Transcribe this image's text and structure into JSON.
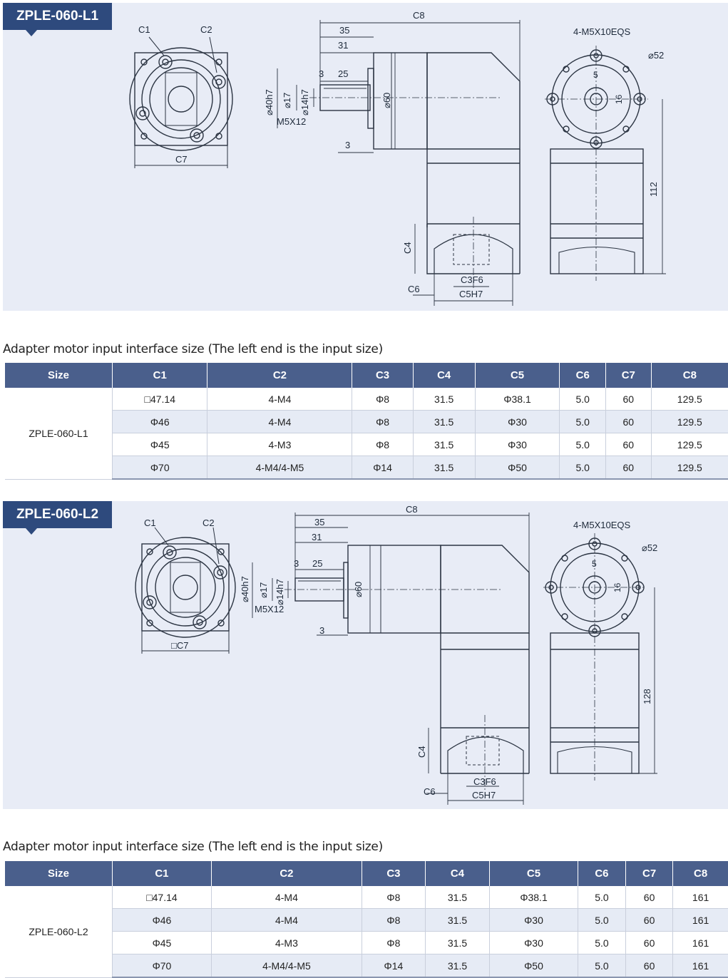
{
  "sections": [
    {
      "model_tag": "ZPLE-060-L1",
      "labels": {
        "c1": "C1",
        "c2": "C2",
        "c7": "C7",
        "c8": "C8",
        "d35": "35",
        "d31": "31",
        "d25": "25",
        "d3a": "3",
        "d40h7": "⌀40h7",
        "d17": "⌀17",
        "d14h7": "⌀14h7",
        "m5x12": "M5X12",
        "d60": "⌀60",
        "d3b": "3",
        "m5eqs": "4-M5X10EQS",
        "d52": "⌀52",
        "d5": "5",
        "d16": "16",
        "d_height": "112",
        "c4": "C4",
        "c6": "C6",
        "c3f6": "C3F6",
        "c5h7": "C5H7"
      },
      "caption": "Adapter motor input interface size (The left end is the input size)",
      "table": {
        "headers": [
          "Size",
          "C1",
          "C2",
          "C3",
          "C4",
          "C5",
          "C6",
          "C7",
          "C8"
        ],
        "size_label": "ZPLE-060-L1",
        "rows": [
          [
            "□47.14",
            "4-M4",
            "Φ8",
            "31.5",
            "Φ38.1",
            "5.0",
            "60",
            "129.5"
          ],
          [
            "Φ46",
            "4-M4",
            "Φ8",
            "31.5",
            "Φ30",
            "5.0",
            "60",
            "129.5"
          ],
          [
            "Φ45",
            "4-M3",
            "Φ8",
            "31.5",
            "Φ30",
            "5.0",
            "60",
            "129.5"
          ],
          [
            "Φ70",
            "4-M4/4-M5",
            "Φ14",
            "31.5",
            "Φ50",
            "5.0",
            "60",
            "129.5"
          ]
        ]
      }
    },
    {
      "model_tag": "ZPLE-060-L2",
      "labels": {
        "c1": "C1",
        "c2": "C2",
        "c7": "□C7",
        "c8": "C8",
        "d35": "35",
        "d31": "31",
        "d25": "25",
        "d3a": "3",
        "d40h7": "⌀40h7",
        "d17": "⌀17",
        "d14h7": "⌀14h7",
        "m5x12": "M5X12",
        "d60": "⌀60",
        "d3b": "3",
        "m5eqs": "4-M5X10EQS",
        "d52": "⌀52",
        "d5": "5",
        "d16": "16",
        "d_height": "128",
        "c4": "C4",
        "c6": "C6",
        "c3f6": "C3F6",
        "c5h7": "C5H7"
      },
      "caption": "Adapter motor input interface size (The left end is the input size)",
      "table": {
        "headers": [
          "Size",
          "C1",
          "C2",
          "C3",
          "C4",
          "C5",
          "C6",
          "C7",
          "C8"
        ],
        "size_label": "ZPLE-060-L2",
        "rows": [
          [
            "□47.14",
            "4-M4",
            "Φ8",
            "31.5",
            "Φ38.1",
            "5.0",
            "60",
            "161"
          ],
          [
            "Φ46",
            "4-M4",
            "Φ8",
            "31.5",
            "Φ30",
            "5.0",
            "60",
            "161"
          ],
          [
            "Φ45",
            "4-M3",
            "Φ8",
            "31.5",
            "Φ30",
            "5.0",
            "60",
            "161"
          ],
          [
            "Φ70",
            "4-M4/4-M5",
            "Φ14",
            "31.5",
            "Φ50",
            "5.0",
            "60",
            "161"
          ]
        ]
      }
    }
  ]
}
